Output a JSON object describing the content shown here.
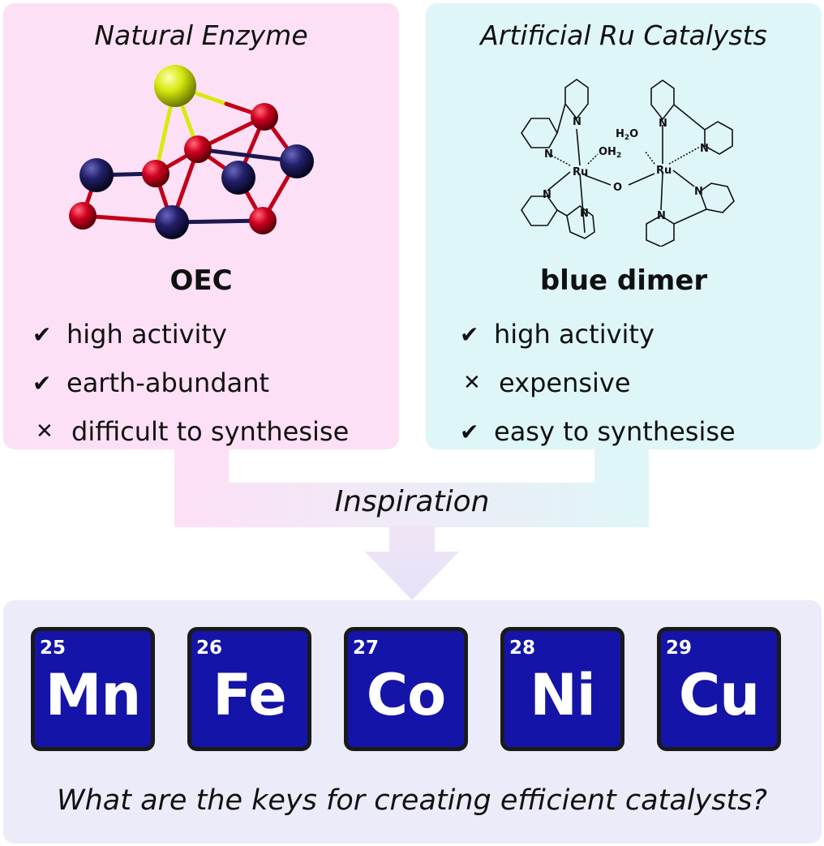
{
  "left": {
    "title": "Natural Enzyme",
    "subtitle": "OEC",
    "features": [
      {
        "mark": "check",
        "symbol": "✔",
        "text": "high activity"
      },
      {
        "mark": "check",
        "symbol": "✔",
        "text": "earth-abundant"
      },
      {
        "mark": "cross",
        "symbol": "✕",
        "text": "difficult to synthesise"
      }
    ]
  },
  "right": {
    "title": "Artificial Ru Catalysts",
    "subtitle": "blue dimer",
    "features": [
      {
        "mark": "check",
        "symbol": "✔",
        "text": "high activity"
      },
      {
        "mark": "cross",
        "symbol": "✕",
        "text": "expensive"
      },
      {
        "mark": "check",
        "symbol": "✔",
        "text": "easy to synthesise"
      }
    ],
    "structure_labels": {
      "ru": "Ru",
      "o": "O",
      "n": "N",
      "oh2": "OH",
      "h2o_h": "H",
      "h2o_o": "O",
      "sub2": "2"
    }
  },
  "connector": {
    "label": "Inspiration"
  },
  "elements": [
    {
      "number": "25",
      "symbol": "Mn"
    },
    {
      "number": "26",
      "symbol": "Fe"
    },
    {
      "number": "27",
      "symbol": "Co"
    },
    {
      "number": "28",
      "symbol": "Ni"
    },
    {
      "number": "29",
      "symbol": "Cu"
    }
  ],
  "question": "What are the keys for creating efficient catalysts?",
  "colors": {
    "pink_panel": "#fde0f5",
    "cyan_panel": "#dff6f8",
    "lavender_panel": "#ecebfa",
    "tile_blue": "#1414a8",
    "oxygen_red": "#c0001a",
    "manganese_navy": "#1b1850",
    "calcium_yellow": "#d7e80f"
  }
}
